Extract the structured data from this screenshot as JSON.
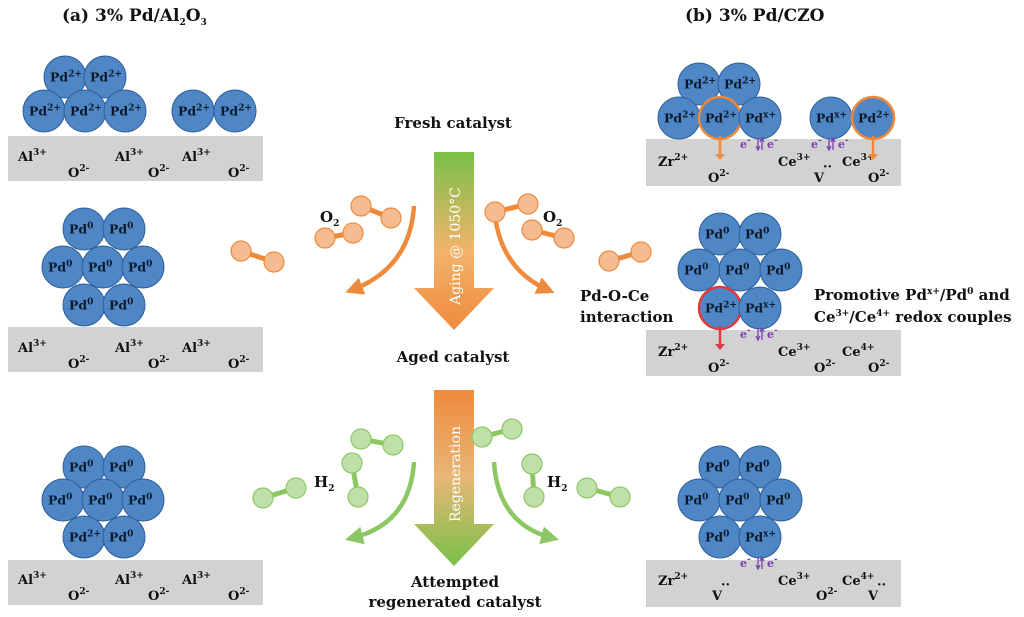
{
  "panels": {
    "a": {
      "label": "(a) 3% Pd/Al",
      "sub": "2",
      "mid": "O",
      "sub2": "3"
    },
    "b": {
      "label": "(b) 3% Pd/CZO"
    }
  },
  "center": {
    "fresh": "Fresh catalyst",
    "aged": "Aged catalyst",
    "regen_line1": "Attempted",
    "regen_line2": "regenerated catalyst",
    "aging_arrow": "Aging @ 1050°C",
    "regen_arrow": "Regeneration"
  },
  "gases": {
    "o2": "O",
    "o2_sub": "2",
    "h2": "H",
    "h2_sub": "2"
  },
  "ions": {
    "pd": "Pd",
    "al": "Al",
    "o": "O",
    "zr": "Zr",
    "ce": "Ce",
    "v": "V",
    "v_dots": "··",
    "sup_2plus": "2+",
    "sup_3plus": "3+",
    "sup_4plus": "4+",
    "sup_xplus": "x+",
    "sup_0": "0",
    "sup_2minus": "2-",
    "electron": "e",
    "electron_sup": "-"
  },
  "annotations": {
    "pdoce_line1": "Pd-O-Ce",
    "pdoce_line2": "interaction",
    "promo_line1_a": "Promotive Pd",
    "promo_line1_b": "/Pd",
    "promo_line1_c": " and",
    "promo_line2_a": "Ce",
    "promo_line2_b": "/Ce",
    "promo_line2_c": " redox couples"
  },
  "colors": {
    "pd_blue": "#4f86c6",
    "pd_stroke": "#2e5f98",
    "support_gray": "#d2d2d2",
    "o2_orange": "#f5bc92",
    "arrow_orange": "#ee8a3c",
    "h2_green": "#bfe0a8",
    "arrow_green": "#8cc764",
    "highlight_orange": "#f0883a",
    "highlight_red": "#e0393e",
    "electron_purple": "#7a3fb0"
  }
}
